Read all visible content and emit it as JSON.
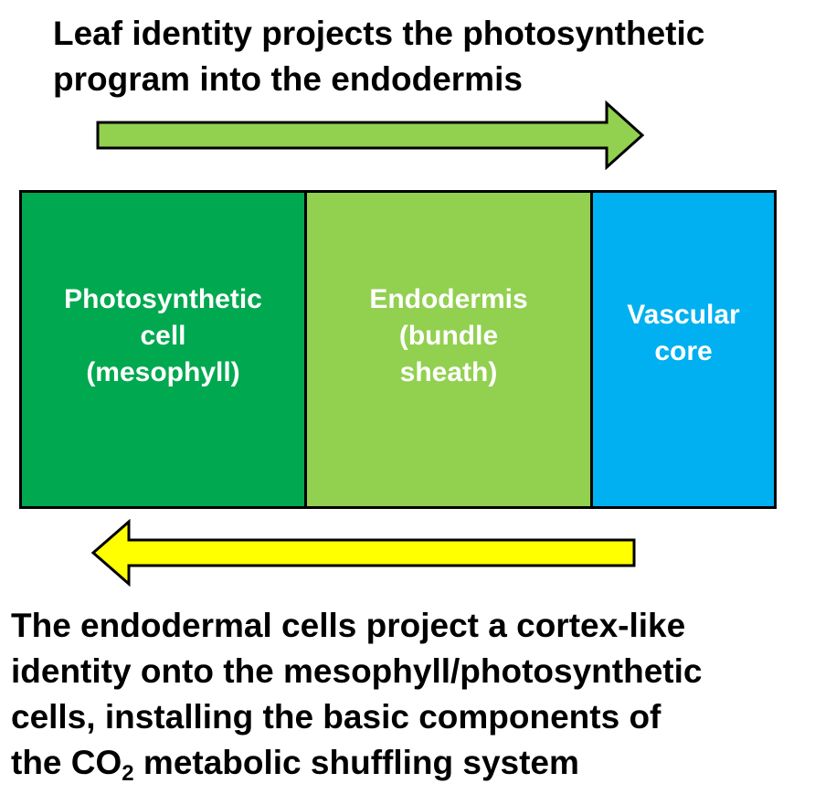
{
  "top_caption": {
    "line1": "Leaf identity projects the photosynthetic",
    "line2": "program into the endodermis"
  },
  "panels": {
    "mesophyll": {
      "lines": [
        "Photosynthetic",
        "cell",
        "(mesophyll)"
      ],
      "color": "#00a84f"
    },
    "endodermis": {
      "lines": [
        "Endodermis",
        "(bundle",
        "sheath)"
      ],
      "color": "#92d050"
    },
    "vascular": {
      "lines": [
        "Vascular",
        "core"
      ],
      "color": "#00b0f0"
    }
  },
  "arrows": {
    "forward": {
      "direction": "right",
      "color": "#92d050"
    },
    "backward": {
      "direction": "left",
      "color": "#ffff00"
    }
  },
  "bottom_caption": {
    "line1": "The endodermal cells project a cortex-like",
    "line2": "identity onto the mesophyll/photosynthetic",
    "line3": "cells, installing the basic components of",
    "line4_pre": "the CO",
    "line4_sub": "2",
    "line4_post": " metabolic shuffling system"
  }
}
